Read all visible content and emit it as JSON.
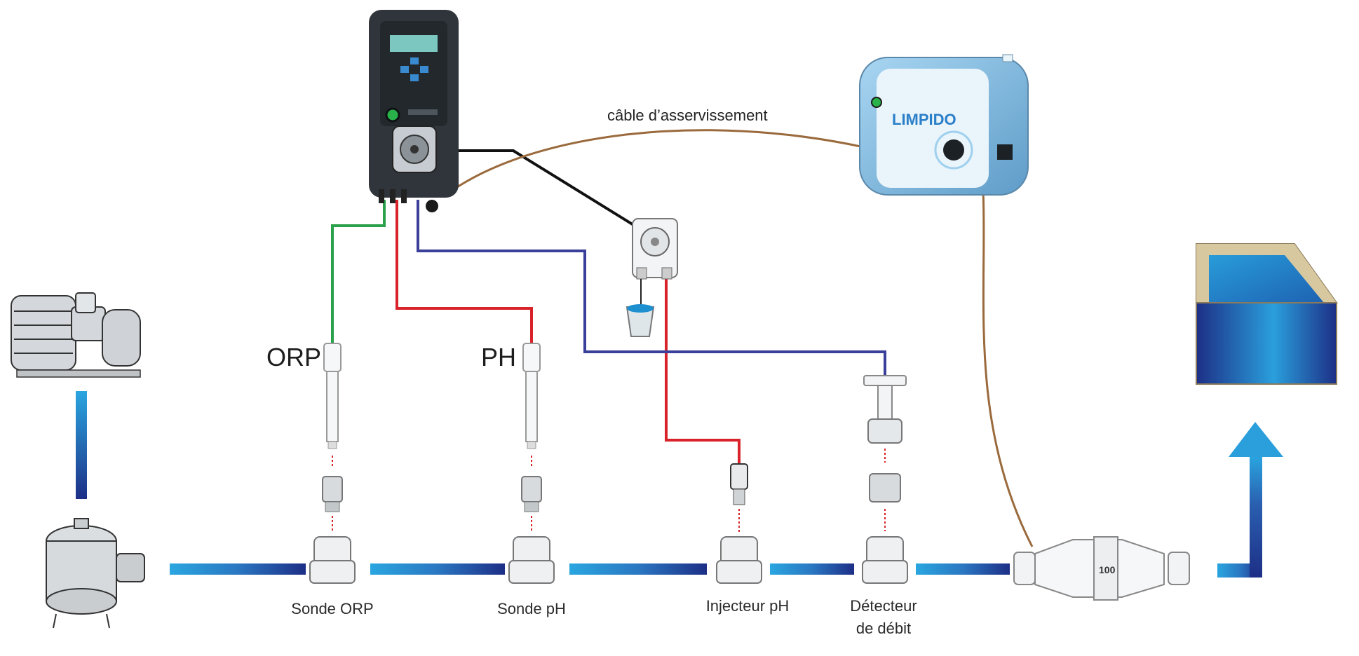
{
  "labels": {
    "cable": "câble d’asservissement",
    "orp_probe_tag": "ORP",
    "ph_probe_tag": "PH",
    "sonde_orp": "Sonde ORP",
    "sonde_ph": "Sonde pH",
    "injecteur_ph": "Injecteur pH",
    "detecteur_line1": "Détecteur",
    "detecteur_line2": "de débit"
  },
  "devices": {
    "electrolyser_brand": "LIMPIDO",
    "flow_cell_marking": "100"
  },
  "colors": {
    "orp_wire": "#2aa14a",
    "ph_wire": "#d8232a",
    "flow_wire": "#3a3f9a",
    "control_cable": "#9a6a3c",
    "pump_wire": "#111111",
    "pipe_light": "#2aa6e0",
    "pipe_dark": "#1d2f86",
    "controller_body": "#2f353a",
    "electrolyser_body": "#8fc6e8"
  }
}
